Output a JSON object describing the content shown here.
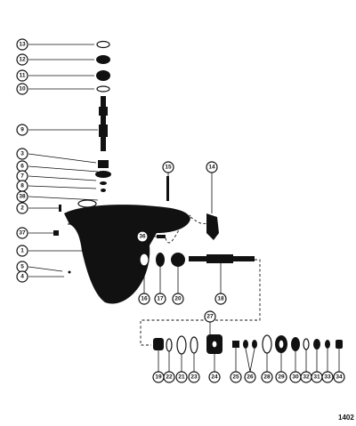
{
  "figure_number": "1402",
  "callouts": [
    "13",
    "12",
    "11",
    "10",
    "9",
    "3",
    "6",
    "7",
    "8",
    "38",
    "2",
    "37",
    "1",
    "5",
    "4",
    "15",
    "14",
    "36",
    "16",
    "17",
    "20",
    "18",
    "27",
    "19",
    "22",
    "21",
    "23",
    "24",
    "25",
    "26",
    "28",
    "29",
    "30",
    "32",
    "31",
    "33",
    "34"
  ]
}
